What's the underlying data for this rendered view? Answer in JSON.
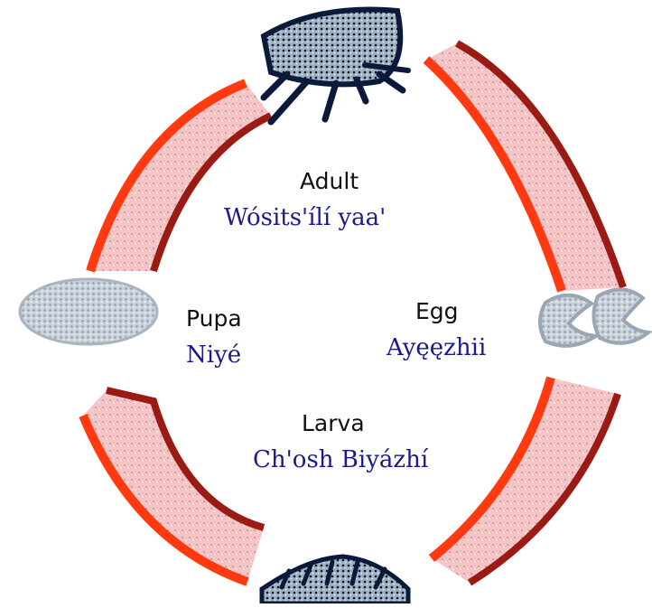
{
  "stages": {
    "adult": {
      "english": "Adult",
      "navajo": "Wósits'ílí yaa'"
    },
    "egg": {
      "english": "Egg",
      "navajo": "Ayęęzhii"
    },
    "larva": {
      "english": "Larva",
      "navajo": "Ch'osh Biyázhí"
    },
    "pupa": {
      "english": "Pupa",
      "navajo": "Niyé"
    }
  },
  "colors": {
    "arrow_fill": "#f7c4c4",
    "arrow_edge_red": "#ff3a10",
    "arrow_edge_dark": "#9a1a14",
    "navajo_text": "#1a1a8c",
    "english_text": "#111111",
    "creature_dark": "#0b1a3a",
    "creature_grey": "#b8c2cc"
  },
  "icons": {
    "adult": "louse-icon",
    "egg": "nit-eggs-icon",
    "larva": "nymph-icon",
    "pupa": "pupa-icon"
  }
}
